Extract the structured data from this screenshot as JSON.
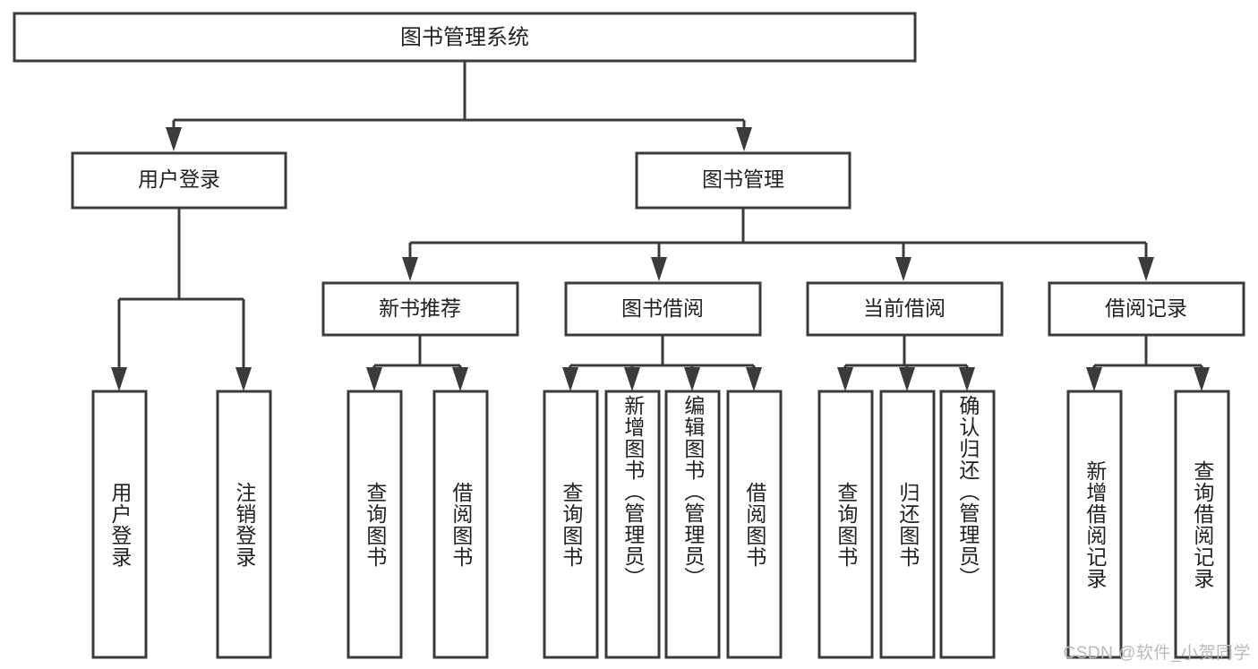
{
  "diagram": {
    "title": "图书管理系统",
    "type": "tree-hierarchy-diagram",
    "orientation": "top-down",
    "colors": {
      "box_fill": "#ffffff",
      "box_stroke": "#3b3b3b",
      "connector": "#3b3b3b",
      "text": "#222222",
      "background": "#ffffff",
      "watermark": "#b9b9b9"
    },
    "root": {
      "label": "图书管理系统"
    },
    "level2": [
      {
        "label": "用户登录"
      },
      {
        "label": "图书管理"
      }
    ],
    "level3": [
      {
        "label": "新书推荐"
      },
      {
        "label": "图书借阅"
      },
      {
        "label": "当前借阅"
      },
      {
        "label": "借阅记录"
      }
    ],
    "leaves": {
      "user_login": [
        {
          "label": "用户登录"
        },
        {
          "label": "注销登录"
        }
      ],
      "new_book_recommend": [
        {
          "label": "查询图书"
        },
        {
          "label": "借阅图书"
        }
      ],
      "book_borrow": [
        {
          "label": "查询图书"
        },
        {
          "label": "新增图书（管理员）"
        },
        {
          "label": "编辑图书（管理员）"
        },
        {
          "label": "借阅图书"
        }
      ],
      "current_borrow": [
        {
          "label": "查询图书"
        },
        {
          "label": "归还图书"
        },
        {
          "label": "确认归还（管理员）"
        }
      ],
      "borrow_records": [
        {
          "label": "新增借阅记录"
        },
        {
          "label": "查询借阅记录"
        }
      ]
    }
  },
  "watermark": {
    "text": "CSDN @软件_小贺同学"
  }
}
